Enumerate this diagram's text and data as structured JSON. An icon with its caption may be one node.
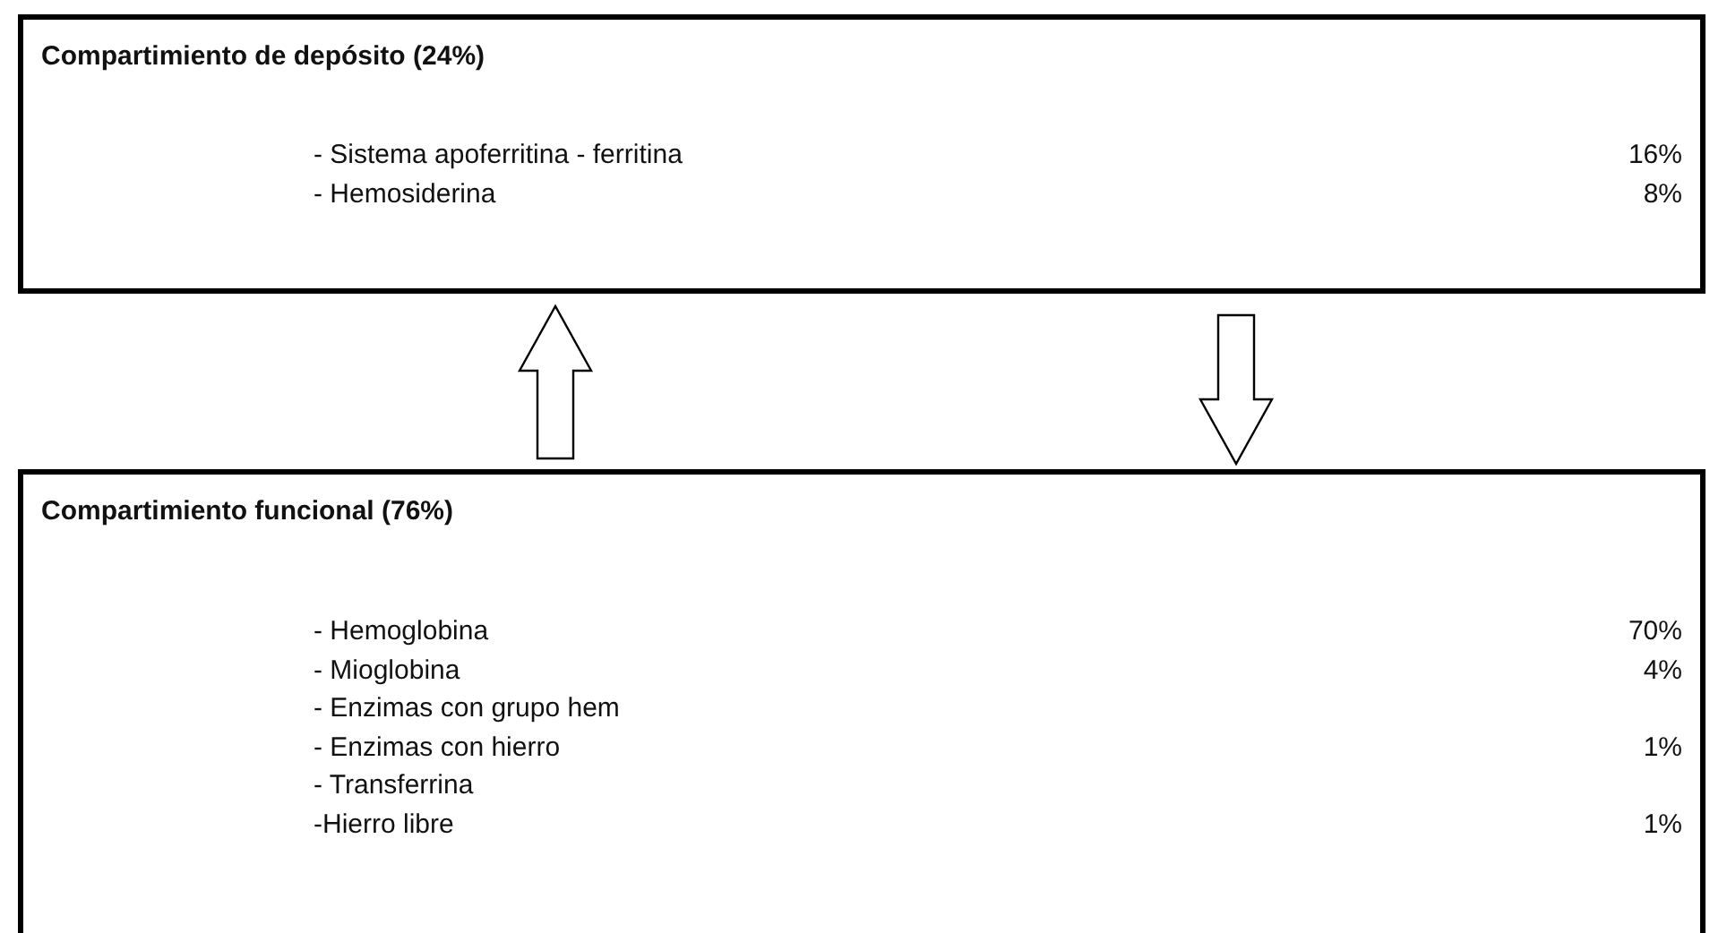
{
  "diagram": {
    "nodes": [
      {
        "text": [
          "Compartimiento de depósito (24%)",
          "- Sistema apoferritina - ferritina",
          "16%",
          "- Hemosiderina",
          "8%"
        ]
      },
      {
        "text": [
          "Compartimiento funcional (76%)",
          "- Hemoglobina",
          "70%",
          "- Mioglobina",
          "4%",
          "- Enzimas con grupo hem",
          "- Enzimas con hierro",
          "1%",
          "- Transferrina",
          "-Hierro libre",
          "1%"
        ]
      }
    ],
    "edges": [
      {
        "from": 1,
        "to": 0,
        "arrow": "to"
      },
      {
        "from": 0,
        "to": 1,
        "arrow": "to"
      }
    ]
  }
}
